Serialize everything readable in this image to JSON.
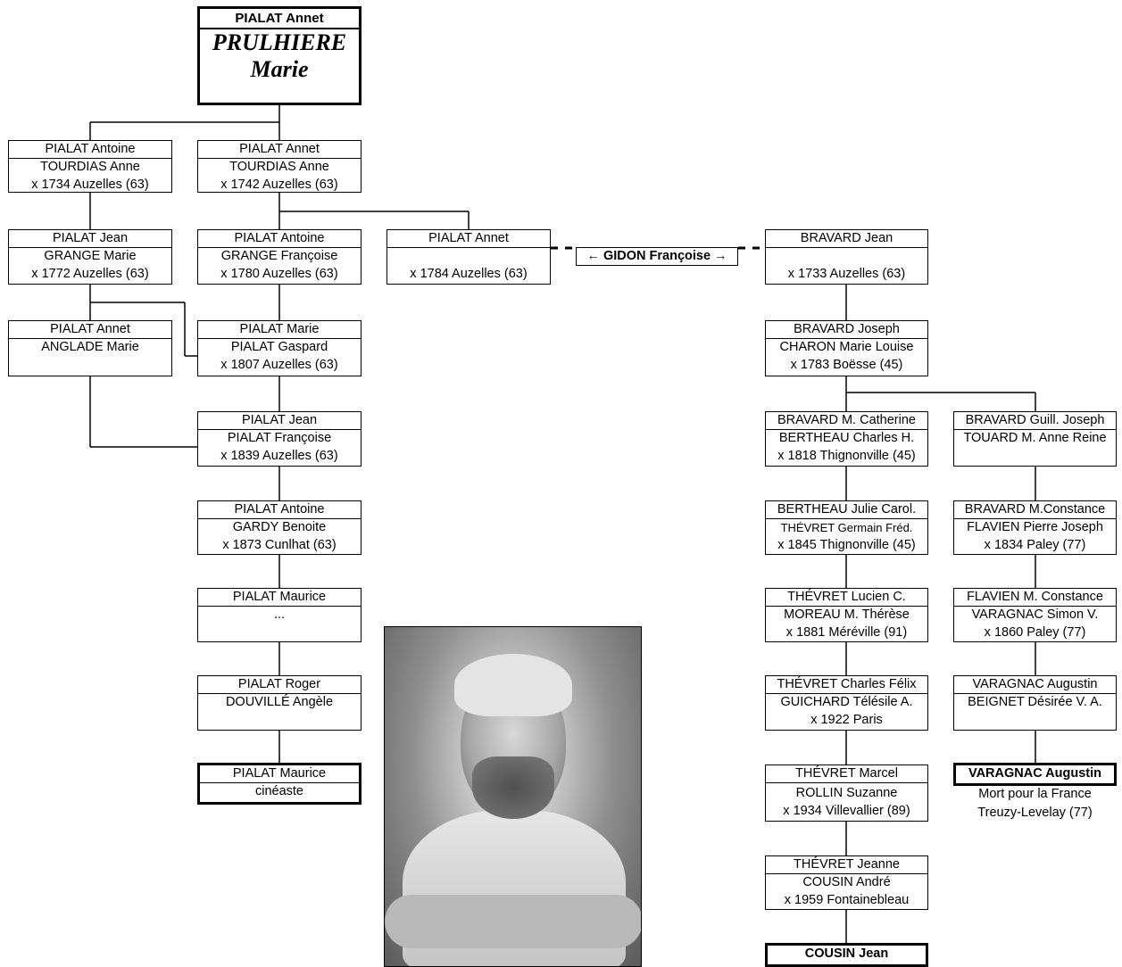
{
  "root": {
    "line1": "PIALAT Annet",
    "line2": "PRULHIERE",
    "line3": "Marie"
  },
  "pialat": {
    "g1_antoine": [
      "PIALAT Antoine",
      "TOURDIAS Anne",
      "x 1734 Auzelles (63)"
    ],
    "g1_annet": [
      "PIALAT Annet",
      "TOURDIAS Anne",
      "x 1742 Auzelles (63)"
    ],
    "g2_jean": [
      "PIALAT Jean",
      "GRANGE Marie",
      "x 1772 Auzelles (63)"
    ],
    "g2_antoine": [
      "PIALAT Antoine",
      "GRANGE Françoise",
      "x 1780 Auzelles (63)"
    ],
    "g2_annet": [
      "PIALAT Annet",
      "",
      "x 1784 Auzelles (63)"
    ],
    "g3_annet": [
      "PIALAT Annet",
      "ANGLADE Marie",
      ""
    ],
    "g3_marie": [
      "PIALAT Marie",
      "PIALAT Gaspard",
      "x 1807 Auzelles (63)"
    ],
    "g4_jean": [
      "PIALAT Jean",
      "PIALAT Françoise",
      "x 1839 Auzelles (63)"
    ],
    "g5_antoine": [
      "PIALAT Antoine",
      "GARDY Benoite",
      "x 1873 Cunlhat (63)"
    ],
    "g6_maurice": [
      "PIALAT Maurice",
      "...",
      ""
    ],
    "g7_roger": [
      "PIALAT Roger",
      "DOUVILLÉ Angèle",
      ""
    ],
    "g8_maurice": [
      "PIALAT Maurice",
      "cinéaste"
    ]
  },
  "gidon": "← GIDON Françoise →",
  "bravard": {
    "jean": [
      "BRAVARD Jean",
      "",
      "x 1733 Auzelles (63)"
    ],
    "joseph": [
      "BRAVARD Joseph",
      "CHARON Marie Louise",
      "x 1783 Boësse (45)"
    ],
    "catherine": [
      "BRAVARD M. Catherine",
      "BERTHEAU Charles H.",
      "x 1818 Thignonville (45)"
    ],
    "guill": [
      "BRAVARD Guill. Joseph",
      "TOUARD M. Anne Reine",
      ""
    ],
    "julie": [
      "BERTHEAU Julie Carol.",
      "THÉVRET Germain Fréd.",
      "x 1845 Thignonville (45)"
    ],
    "constance": [
      "BRAVARD M.Constance",
      "FLAVIEN Pierre Joseph",
      "x 1834 Paley (77)"
    ],
    "lucien": [
      "THÉVRET Lucien C.",
      "MOREAU M. Thérèse",
      "x 1881 Méréville (91)"
    ],
    "flavien": [
      "FLAVIEN M. Constance",
      "VARAGNAC Simon V.",
      "x 1860 Paley (77)"
    ],
    "charles": [
      "THÉVRET Charles Félix",
      "GUICHARD Télésile A.",
      "x 1922 Paris"
    ],
    "varagnac": [
      "VARAGNAC Augustin",
      "BEIGNET Désirée V. A.",
      ""
    ],
    "marcel": [
      "THÉVRET Marcel",
      "ROLLIN Suzanne",
      "x 1934 Villevallier (89)"
    ],
    "augustin": "VARAGNAC Augustin",
    "augustin_note": [
      "Mort pour la France",
      "Treuzy-Levelay (77)"
    ],
    "jeanne": [
      "THÉVRET Jeanne",
      "COUSIN André",
      "x 1959 Fontainebleau"
    ],
    "jean_cousin": "COUSIN Jean"
  }
}
